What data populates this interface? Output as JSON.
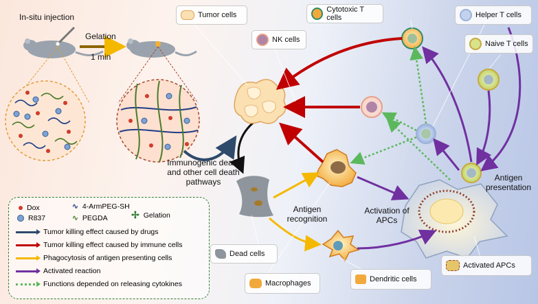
{
  "header": {
    "injection_title": "In-situ injection",
    "gelation_label": "Gelation",
    "time_label": "1 min"
  },
  "cell_labels": {
    "tumor": "Tumor cells",
    "cytotoxic": "Cytotoxic T cells",
    "helper": "Helper T cells",
    "naive": "Naive T cells",
    "nk": "NK cells",
    "dead": "Dead cells",
    "macrophages": "Macrophages",
    "dendritic": "Dendritic cells",
    "activated_apcs": "Activated APCs"
  },
  "process_labels": {
    "immunogenic": "Immunogenic death and other cell death pathways",
    "antigen_recognition": "Antigen recognition",
    "activation": "Activation of APCs",
    "antigen_presentation": "Antigen presentation"
  },
  "legend": {
    "dox": "Dox",
    "armpeg": "4-ArmPEG-SH",
    "r837": "R837",
    "pegda": "PEGDA",
    "gelation": "Gelation",
    "items": [
      {
        "label": "Tumor killing effect caused by drugs",
        "color": "#2f4a6b"
      },
      {
        "label": "Tumor killing effect caused by immune cells",
        "color": "#c00000"
      },
      {
        "label": "Phagocytosis of antigen presenting cells",
        "color": "#f5b800"
      },
      {
        "label": "Activated reaction",
        "color": "#7030a0"
      },
      {
        "label": "Functions depended on releasing cytokines",
        "color": "#5cb85c"
      }
    ]
  }
}
